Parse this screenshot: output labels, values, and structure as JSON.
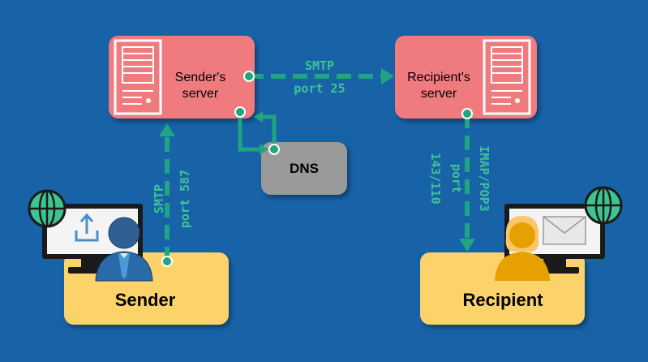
{
  "servers": {
    "sender_label_line1": "Sender's",
    "sender_label_line2": "server",
    "recipient_label_line1": "Recipient's",
    "recipient_label_line2": "server"
  },
  "dns": {
    "label": "DNS"
  },
  "sender": {
    "label": "Sender"
  },
  "recipient": {
    "label": "Recipient"
  },
  "connections": {
    "server_to_server": {
      "protocol": "SMTP",
      "port": "port 25"
    },
    "sender_to_server": {
      "protocol": "SMTP",
      "port": "port 587"
    },
    "server_to_recipient": {
      "protocol": "IMAP/POP3",
      "port": "port",
      "port_numbers": "143/110"
    }
  },
  "colors": {
    "background": "#1863a8",
    "server": "#f07b7f",
    "dns": "#9a9a9a",
    "person_box": "#fcd26b",
    "arrow": "#1fa581",
    "arrow_text": "#3ec393"
  }
}
